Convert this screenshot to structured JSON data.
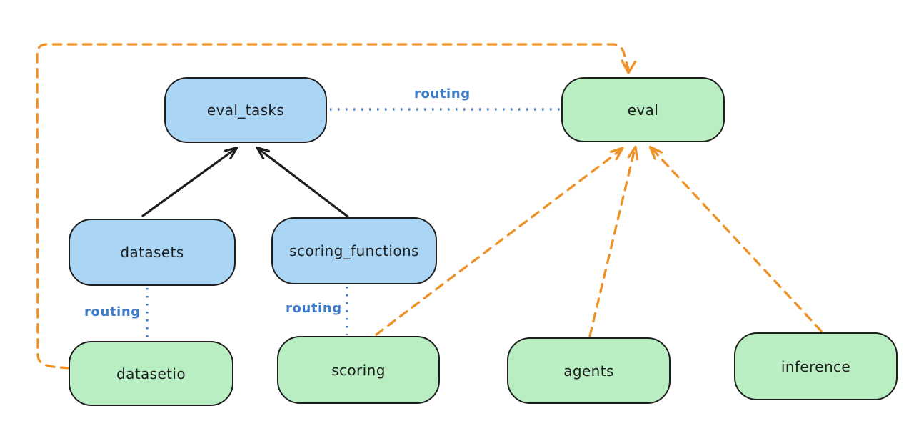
{
  "diagram": {
    "nodes": [
      {
        "id": "eval_tasks",
        "label": "eval_tasks",
        "kind": "registry"
      },
      {
        "id": "eval",
        "label": "eval",
        "kind": "api"
      },
      {
        "id": "datasets",
        "label": "datasets",
        "kind": "registry"
      },
      {
        "id": "scoring_functions",
        "label": "scoring_functions",
        "kind": "registry"
      },
      {
        "id": "datasetio",
        "label": "datasetio",
        "kind": "api"
      },
      {
        "id": "scoring",
        "label": "scoring",
        "kind": "api"
      },
      {
        "id": "agents",
        "label": "agents",
        "kind": "api"
      },
      {
        "id": "inference",
        "label": "inference",
        "kind": "api"
      }
    ],
    "edges": [
      {
        "from": "datasets",
        "to": "eval_tasks",
        "style": "solid",
        "color": "#1e1e1e",
        "arrow": true,
        "label": ""
      },
      {
        "from": "scoring_functions",
        "to": "eval_tasks",
        "style": "solid",
        "color": "#1e1e1e",
        "arrow": true,
        "label": ""
      },
      {
        "from": "eval_tasks",
        "to": "eval",
        "style": "dotted",
        "color": "#3d7cc9",
        "arrow": false,
        "label": "routing"
      },
      {
        "from": "datasets",
        "to": "datasetio",
        "style": "dotted",
        "color": "#3d7cc9",
        "arrow": false,
        "label": "routing"
      },
      {
        "from": "scoring_functions",
        "to": "scoring",
        "style": "dotted",
        "color": "#3d7cc9",
        "arrow": false,
        "label": "routing"
      },
      {
        "from": "datasetio",
        "to": "eval",
        "style": "dashed",
        "color": "#ee9227",
        "arrow": true,
        "label": ""
      },
      {
        "from": "scoring",
        "to": "eval",
        "style": "dashed",
        "color": "#ee9227",
        "arrow": true,
        "label": ""
      },
      {
        "from": "agents",
        "to": "eval",
        "style": "dashed",
        "color": "#ee9227",
        "arrow": true,
        "label": ""
      },
      {
        "from": "inference",
        "to": "eval",
        "style": "dashed",
        "color": "#ee9227",
        "arrow": true,
        "label": ""
      }
    ],
    "colors": {
      "registry_fill": "#abd5f5",
      "api_fill": "#b9eec3",
      "stroke": "#1e1e1e",
      "routing_blue": "#3d7cc9",
      "provider_orange": "#ee9227",
      "background": "#ffffff"
    }
  }
}
